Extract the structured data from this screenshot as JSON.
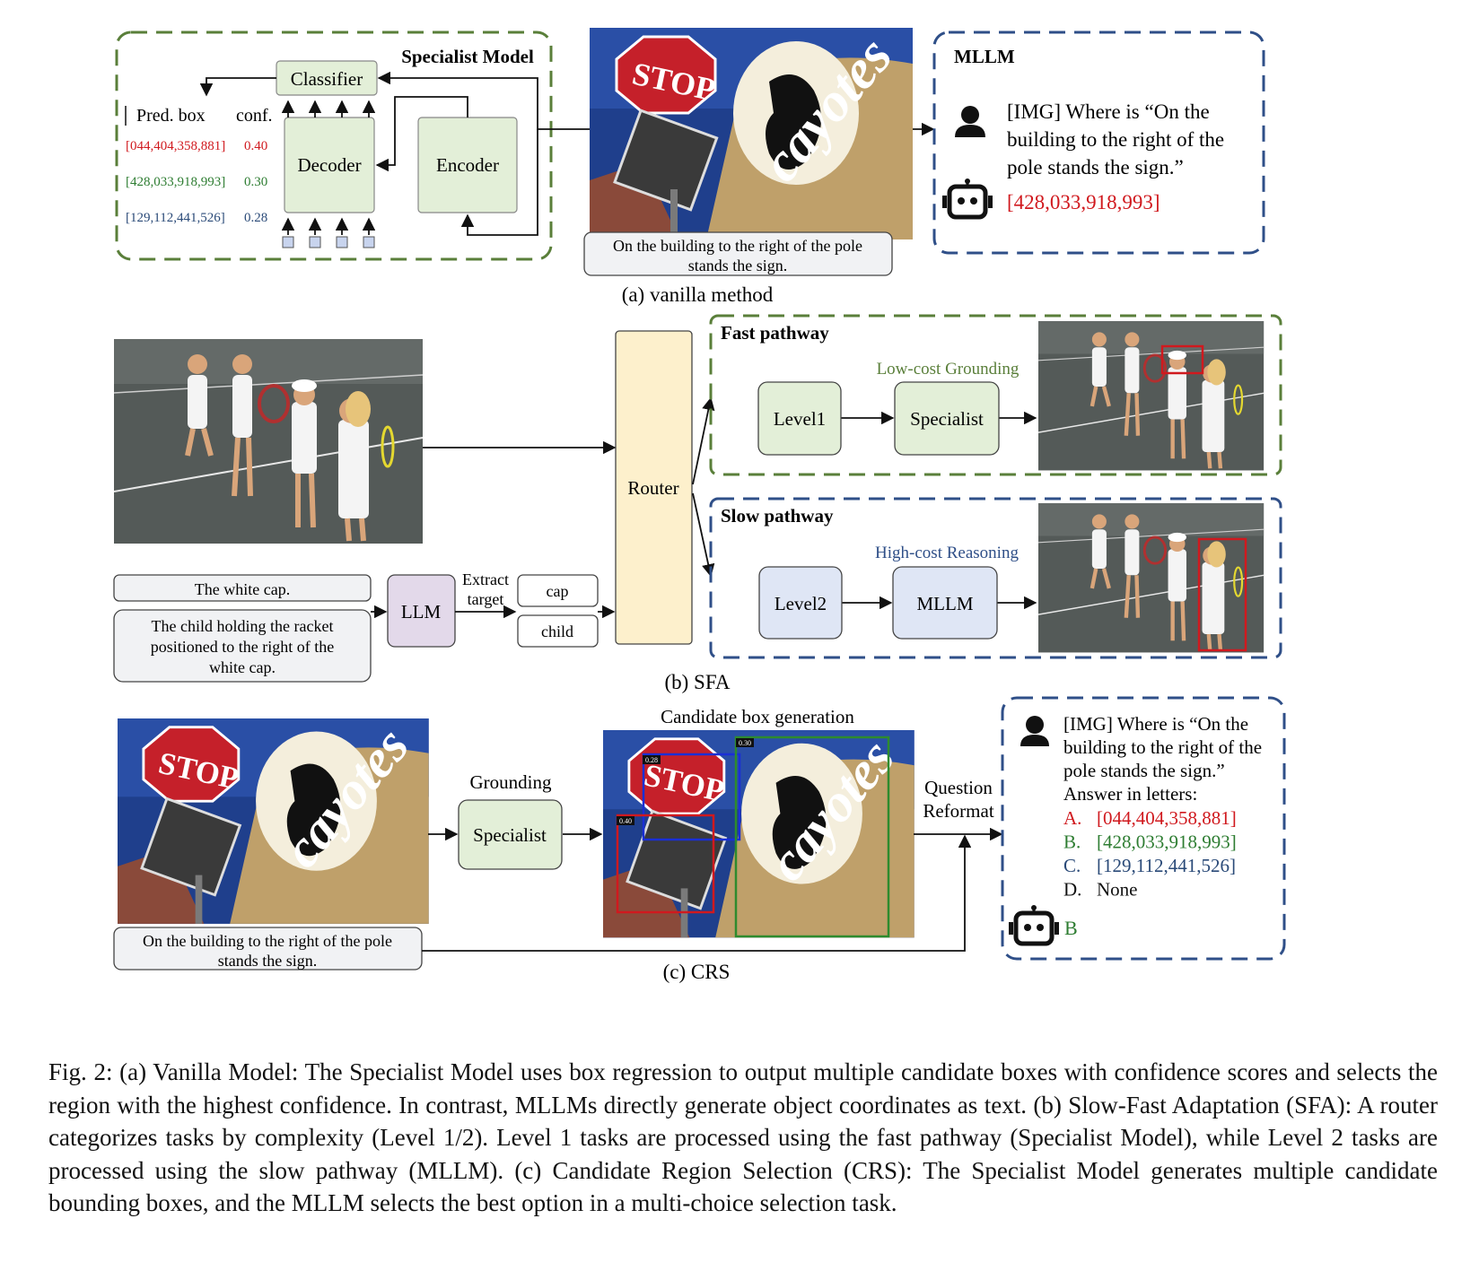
{
  "colors": {
    "green_dash": "#5a7f3a",
    "blue_dash": "#2f4f88",
    "green_box": "#e3efd8",
    "blue_box": "#dfe6f5",
    "purple_box": "#e3d9ea",
    "yellow_box": "#fdf0cc",
    "gray_box": "#f1f2f4",
    "red": "#d0191e",
    "green": "#2e7d32",
    "navy": "#2a4a78"
  },
  "panel_a": {
    "specialist_title": "Specialist Model",
    "classifier": "Classifier",
    "decoder": "Decoder",
    "encoder": "Encoder",
    "pred_box_header": "Pred. box",
    "conf_header": "conf.",
    "predictions": [
      {
        "box": "[044,404,358,881]",
        "conf": "0.40",
        "color": "#d0191e"
      },
      {
        "box": "[428,033,918,993]",
        "conf": "0.30",
        "color": "#2e7d32"
      },
      {
        "box": "[129,112,441,526]",
        "conf": "0.28",
        "color": "#2a4a78"
      }
    ],
    "image_caption_line1": "On the building to the right of the pole",
    "image_caption_line2": "stands the sign.",
    "mllm_title": "MLLM",
    "user_icon": "user-icon",
    "bot_icon": "robot-icon",
    "question_lines": [
      "[IMG] Where is “On the",
      "building to the right of the",
      "pole stands the sign.”"
    ],
    "answer": "[428,033,918,993]",
    "label": "(a) vanilla method"
  },
  "panel_b": {
    "router": "Router",
    "llm": "LLM",
    "extract_line1": "Extract",
    "extract_line2": "target",
    "targets": [
      "cap",
      "child"
    ],
    "query_short": "The white cap.",
    "query_long_lines": [
      "The child holding the racket",
      "positioned to the right of the",
      "white cap."
    ],
    "fast": {
      "title": "Fast pathway",
      "subtitle": "Low-cost Grounding",
      "level": "Level1",
      "module": "Specialist"
    },
    "slow": {
      "title": "Slow pathway",
      "subtitle": "High-cost Reasoning",
      "level": "Level2",
      "module": "MLLM"
    },
    "label": "(b) SFA"
  },
  "panel_c": {
    "grounding": "Grounding",
    "specialist": "Specialist",
    "candidate_title": "Candidate box generation",
    "box_scores": [
      "0.28",
      "0.30",
      "0.40"
    ],
    "reformat_line1": "Question",
    "reformat_line2": "Reformat",
    "caption_line1": "On the building to the right of the pole",
    "caption_line2": "stands the sign.",
    "question_lines": [
      "[IMG] Where is “On the",
      "building to the right of the",
      "pole stands the sign.”",
      "Answer in letters:"
    ],
    "options": [
      {
        "letter": "A.",
        "text": "[044,404,358,881]",
        "color": "#d0191e"
      },
      {
        "letter": "B.",
        "text": "[428,033,918,993]",
        "color": "#2e7d32"
      },
      {
        "letter": "C.",
        "text": "[129,112,441,526]",
        "color": "#2a4a78"
      },
      {
        "letter": "D.",
        "text": "None",
        "color": "#111111"
      }
    ],
    "answer": "B",
    "label": "(c) CRS"
  },
  "caption": "Fig. 2: (a) Vanilla Model: The Specialist Model uses box regression to output multiple candidate boxes with confidence scores and selects the region with the highest confidence. In contrast, MLLMs directly generate object coordinates as text. (b) Slow-Fast Adaptation (SFA): A router categorizes tasks by complexity (Level 1/2). Level 1 tasks are processed using the fast pathway (Specialist Model), while Level 2 tasks are processed using the slow pathway (MLLM). (c) Candidate Region Selection (CRS): The Specialist Model generates multiple candidate bounding boxes, and the MLLM selects the best option in a multi-choice selection task."
}
